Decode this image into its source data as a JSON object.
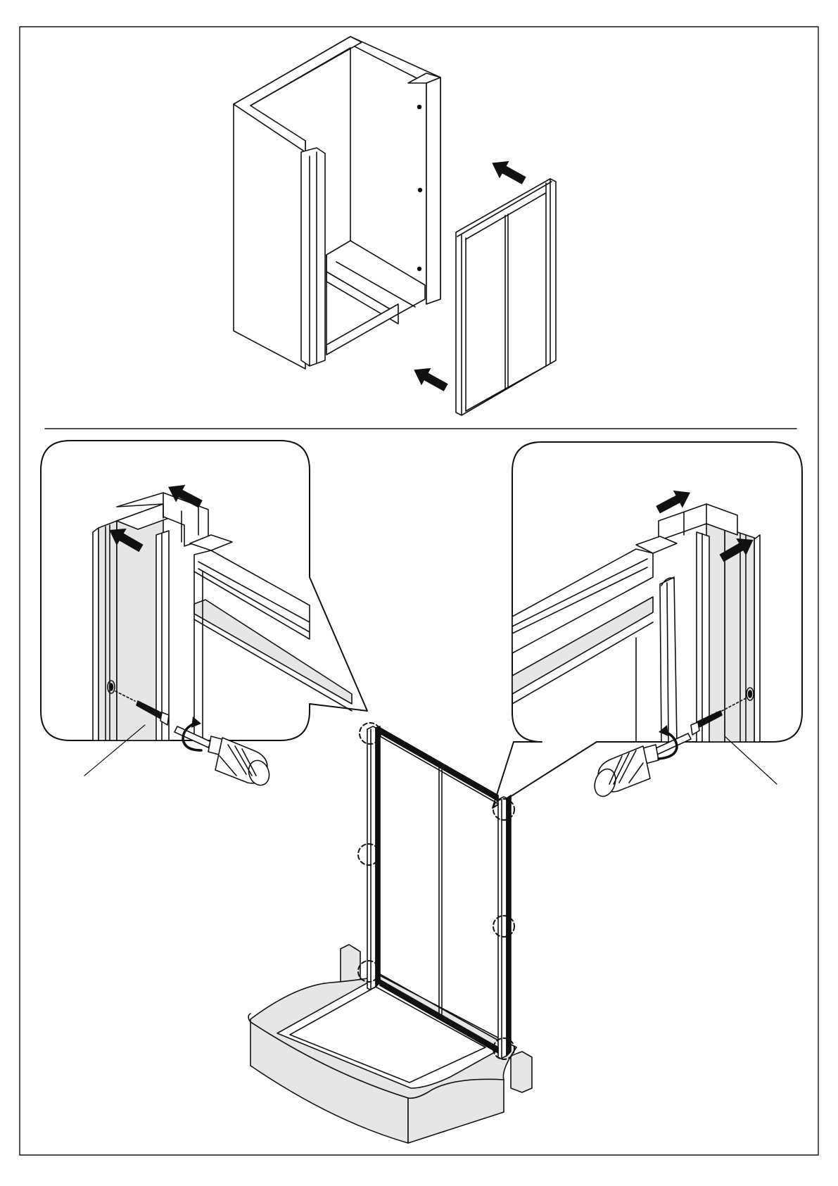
{
  "page": {
    "background": "#ffffff",
    "ink": "#111111",
    "fill_grey": "#e6e6e6",
    "fill_dark_grey": "#cfcfcf"
  },
  "steps": [
    {
      "name": "slide-door-panel-into-wall-profiles"
    },
    {
      "name": "screw-profiles-to-wall"
    }
  ],
  "callouts": [
    {
      "name": "top-left-corner-detail",
      "arrows": 2,
      "icons": [
        "screw-icon",
        "screwdriver-icon",
        "rotate-icon"
      ]
    },
    {
      "name": "top-right-corner-detail",
      "arrows": 2,
      "icons": [
        "screw-icon",
        "screwdriver-icon",
        "rotate-icon"
      ]
    }
  ],
  "fixing_points": {
    "left_profile": 3,
    "right_profile": 3
  }
}
